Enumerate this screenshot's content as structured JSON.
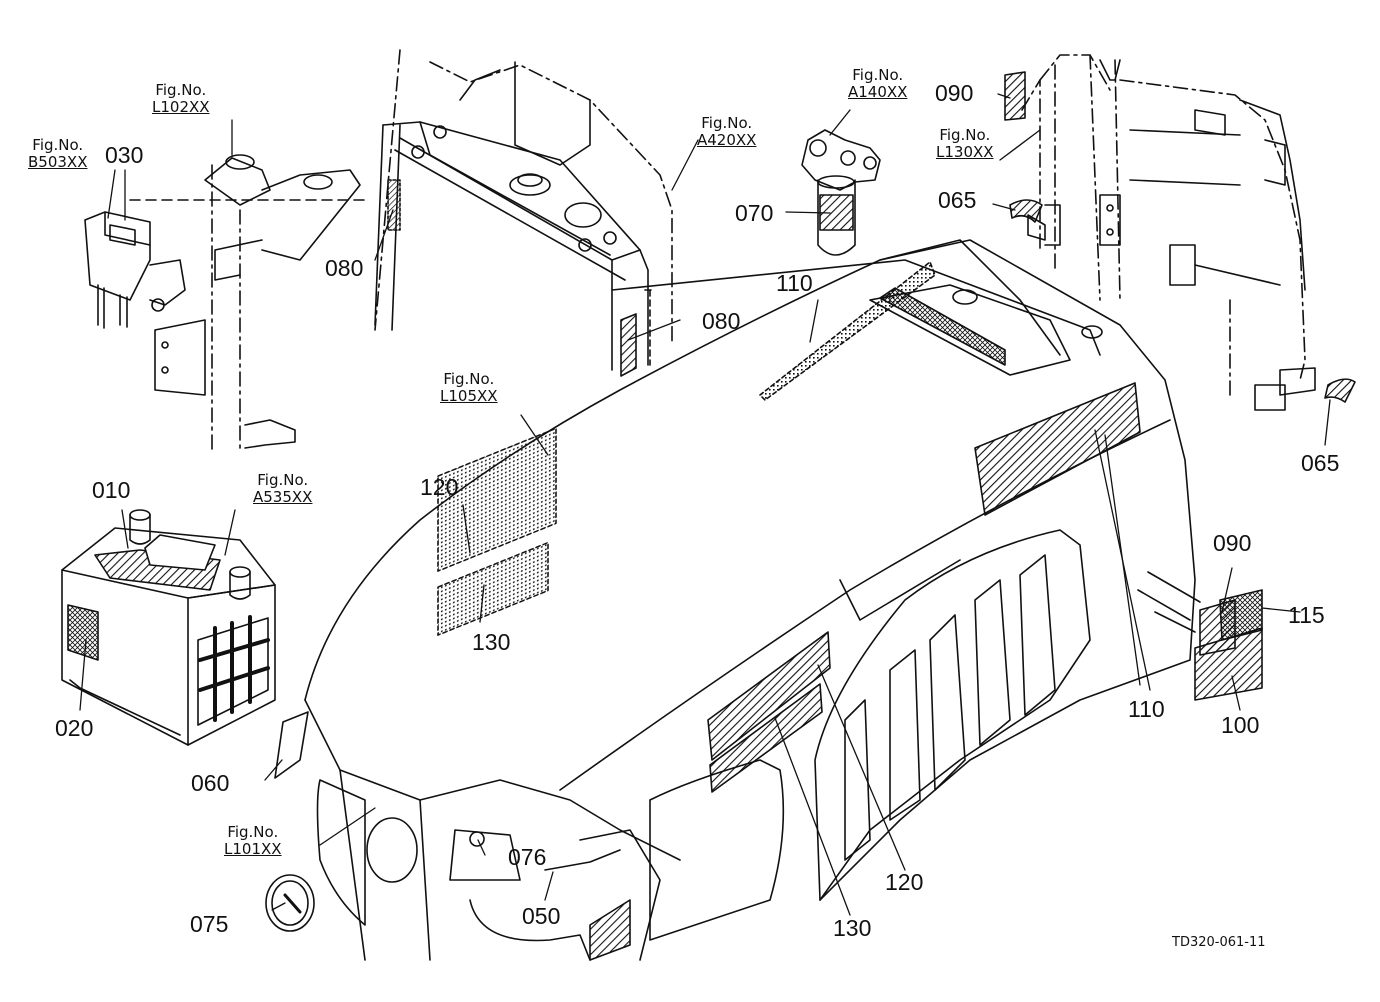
{
  "fig_prefix": "Fig.No.",
  "fig_refs": [
    {
      "id": "b503",
      "num": "B503XX"
    },
    {
      "id": "l102",
      "num": "L102XX"
    },
    {
      "id": "a420",
      "num": "A420XX"
    },
    {
      "id": "a140",
      "num": "A140XX"
    },
    {
      "id": "l130",
      "num": "L130XX"
    },
    {
      "id": "l105",
      "num": "L105XX"
    },
    {
      "id": "a535",
      "num": "A535XX"
    },
    {
      "id": "l101",
      "num": "L101XX"
    }
  ],
  "part_labels": [
    {
      "id": "030",
      "text": "030"
    },
    {
      "id": "080a",
      "text": "080"
    },
    {
      "id": "080b",
      "text": "080"
    },
    {
      "id": "070",
      "text": "070"
    },
    {
      "id": "090a",
      "text": "090"
    },
    {
      "id": "065a",
      "text": "065"
    },
    {
      "id": "065b",
      "text": "065"
    },
    {
      "id": "110a",
      "text": "110"
    },
    {
      "id": "110b",
      "text": "110"
    },
    {
      "id": "010",
      "text": "010"
    },
    {
      "id": "020",
      "text": "020"
    },
    {
      "id": "120a",
      "text": "120"
    },
    {
      "id": "130a",
      "text": "130"
    },
    {
      "id": "090b",
      "text": "090"
    },
    {
      "id": "115",
      "text": "115"
    },
    {
      "id": "100",
      "text": "100"
    },
    {
      "id": "060",
      "text": "060"
    },
    {
      "id": "076",
      "text": "076"
    },
    {
      "id": "075",
      "text": "075"
    },
    {
      "id": "050",
      "text": "050"
    },
    {
      "id": "130b",
      "text": "130"
    },
    {
      "id": "120b",
      "text": "120"
    }
  ],
  "drawing_code": "TD320-061-11"
}
